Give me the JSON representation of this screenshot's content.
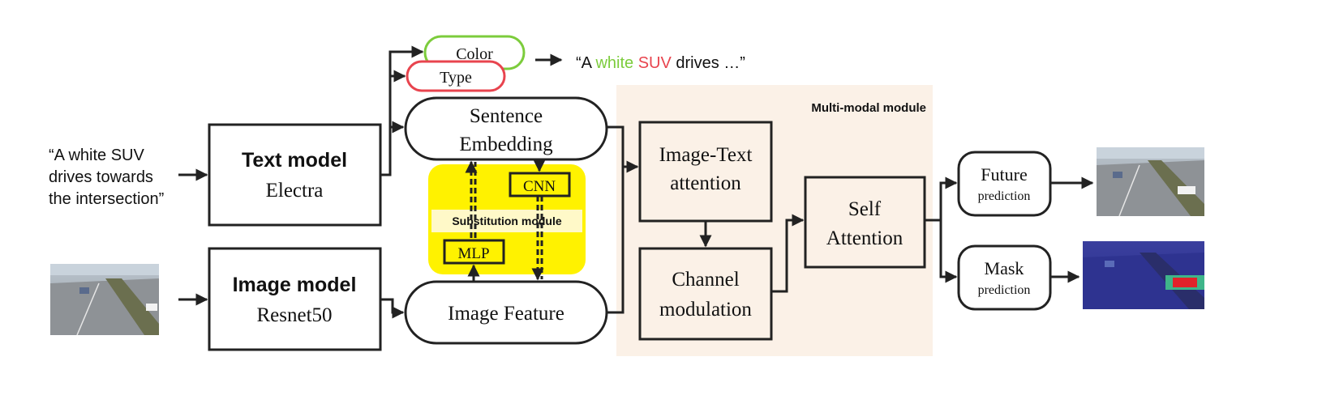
{
  "input_text": {
    "line1": "“A white SUV",
    "line2": "drives towards",
    "line3": "the intersection”"
  },
  "text_model": {
    "title": "Text model",
    "name": "Electra"
  },
  "image_model": {
    "title": "Image model",
    "name": "Resnet50"
  },
  "attributes": {
    "color": "Color",
    "type": "Type"
  },
  "output_sentence": {
    "prefix": "“A ",
    "color_word": "white",
    "space": " ",
    "type_word": "SUV",
    "suffix": " drives …”"
  },
  "sentence_embedding": {
    "line1": "Sentence",
    "line2": "Embedding"
  },
  "image_feature": {
    "label": "Image Feature"
  },
  "substitution": {
    "title": "Substitution module",
    "cnn": "CNN",
    "mlp": "MLP"
  },
  "multimodal": {
    "title": "Multi-modal module",
    "attention_line1": "Image-Text",
    "attention_line2": "attention",
    "channel_line1": "Channel",
    "channel_line2": "modulation",
    "self_line1": "Self",
    "self_line2": "Attention"
  },
  "outputs": {
    "future_line1": "Future",
    "future_line2": "prediction",
    "mask_line1": "Mask",
    "mask_line2": "prediction"
  },
  "colors": {
    "color_attr": "#7ccc3c",
    "type_attr": "#e8444e",
    "substitution_bg": "#fff200",
    "multimodal_bg": "#fbf1e7"
  },
  "icons": [
    "traffic-camera-image",
    "future-frame-image",
    "mask-overlay-image"
  ]
}
